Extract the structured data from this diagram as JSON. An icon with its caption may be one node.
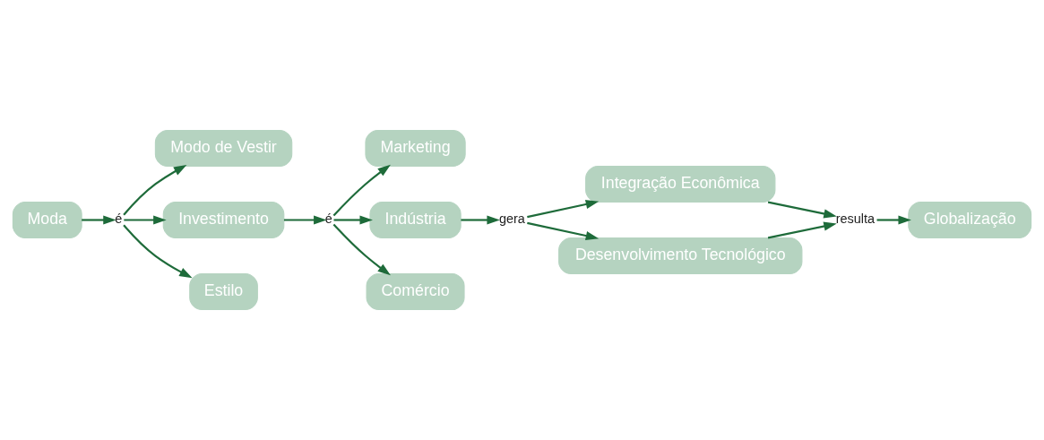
{
  "diagram": {
    "nodes": [
      {
        "text": [
          "Moda"
        ]
      },
      {
        "text": [
          "é"
        ]
      },
      {
        "text": [
          "Modo de Vestir"
        ]
      },
      {
        "text": [
          "Investimento"
        ]
      },
      {
        "text": [
          "Estilo"
        ]
      },
      {
        "text": [
          "é"
        ]
      },
      {
        "text": [
          "Marketing"
        ]
      },
      {
        "text": [
          "Indústria"
        ]
      },
      {
        "text": [
          "Comércio"
        ]
      },
      {
        "text": [
          "gera"
        ]
      },
      {
        "text": [
          "Integração Econômica"
        ]
      },
      {
        "text": [
          "Desenvolvimento Tecnológico"
        ]
      },
      {
        "text": [
          "resulta"
        ]
      },
      {
        "text": [
          "Globalização"
        ]
      }
    ],
    "edges": [
      {
        "from": 0,
        "to": 1,
        "arrow": "to"
      },
      {
        "from": 1,
        "to": 2,
        "arrow": "to"
      },
      {
        "from": 1,
        "to": 3,
        "arrow": "to"
      },
      {
        "from": 1,
        "to": 4,
        "arrow": "to"
      },
      {
        "from": 3,
        "to": 5,
        "arrow": "to"
      },
      {
        "from": 5,
        "to": 6,
        "arrow": "to"
      },
      {
        "from": 5,
        "to": 7,
        "arrow": "to"
      },
      {
        "from": 5,
        "to": 8,
        "arrow": "to"
      },
      {
        "from": 7,
        "to": 9,
        "arrow": "to"
      },
      {
        "from": 9,
        "to": 10,
        "arrow": "to"
      },
      {
        "from": 9,
        "to": 11,
        "arrow": "to"
      },
      {
        "from": 10,
        "to": 12,
        "arrow": "to"
      },
      {
        "from": 11,
        "to": 12,
        "arrow": "to"
      },
      {
        "from": 12,
        "to": 13,
        "arrow": "to"
      }
    ]
  }
}
